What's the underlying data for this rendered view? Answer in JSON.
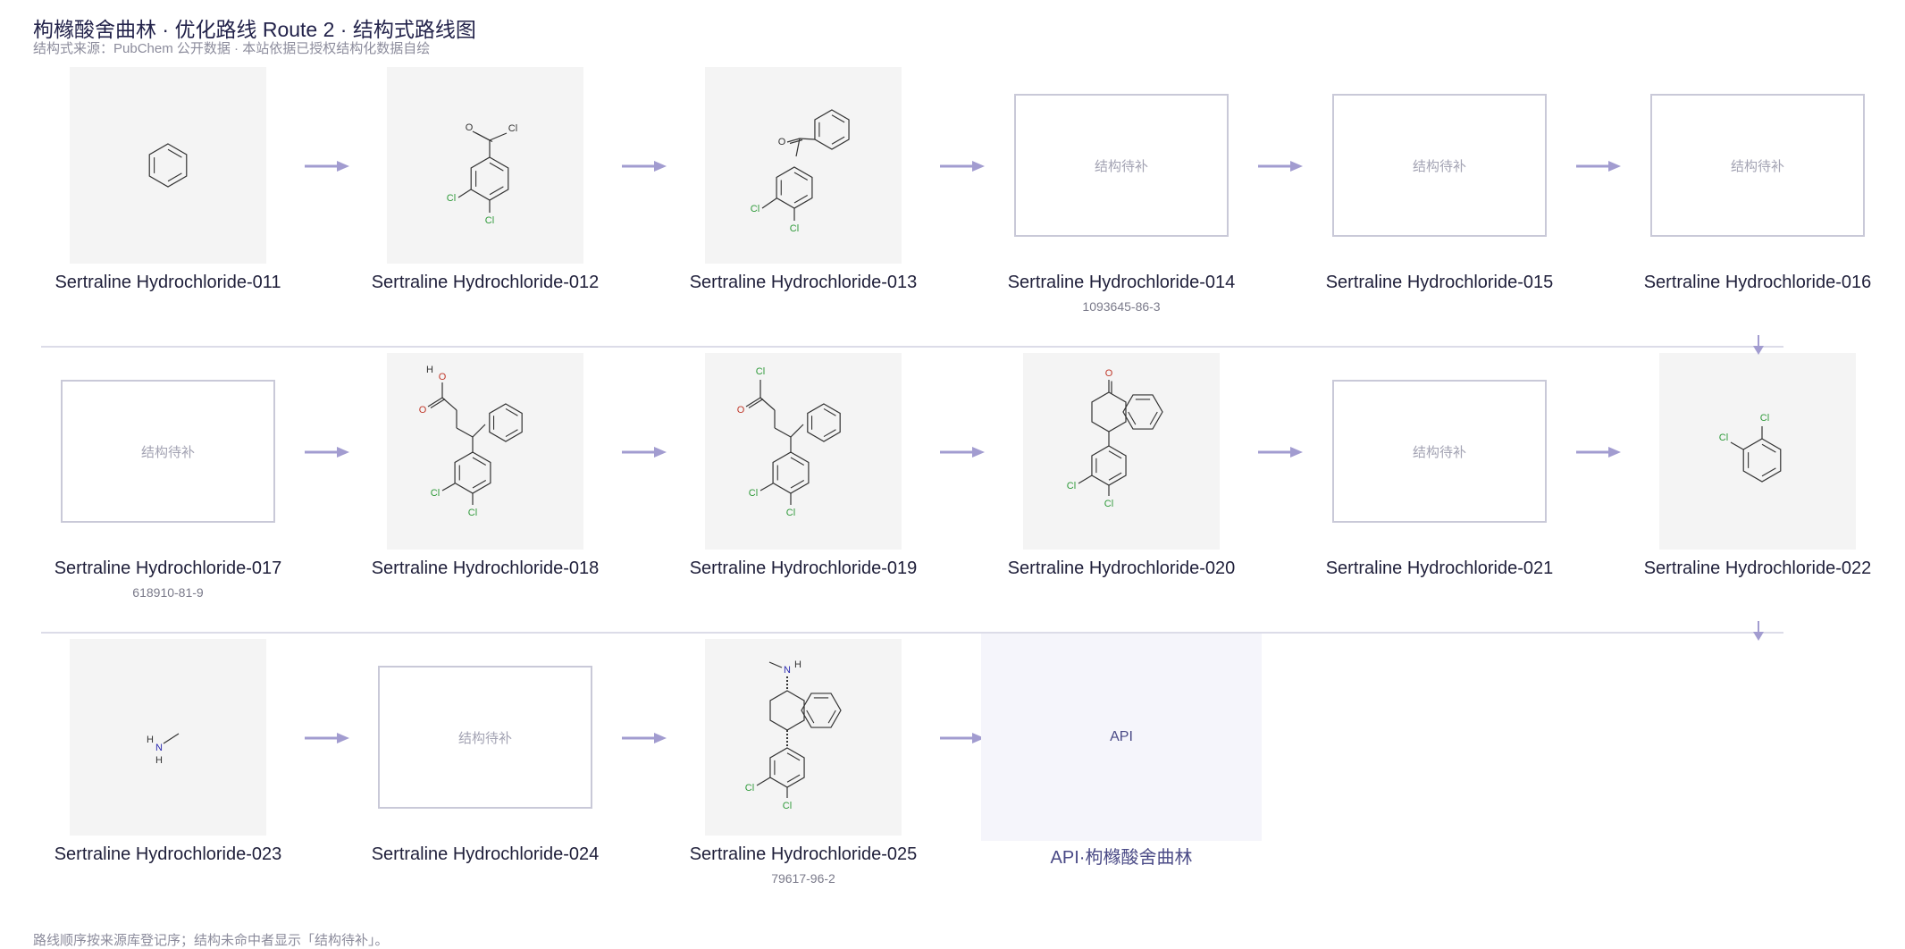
{
  "title": "枸橼酸舍曲林 · 优化路线 Route 2 · 结构式路线图",
  "subtitle": "结构式来源：PubChem 公开数据 · 本站依据已授权结构化数据自绘",
  "footer": "路线顺序按来源库登记序；结构未命中者显示「结构待补」。",
  "pending_text": "结构待补",
  "api_box_text": "API",
  "colors": {
    "arrow": "#a29cd0",
    "divider": "#dcdce8",
    "cl": "#2f9a3a",
    "nitrogen": "#2a2ab0",
    "oxygen": "#c0392b"
  },
  "nodes": [
    {
      "label": "Sertraline Hydrochloride-011",
      "cas": "",
      "structure": "benzene"
    },
    {
      "label": "Sertraline Hydrochloride-012",
      "cas": "",
      "structure": "dichlorobenzoyl-chloride"
    },
    {
      "label": "Sertraline Hydrochloride-013",
      "cas": "",
      "structure": "dichlorobenzophenone"
    },
    {
      "label": "Sertraline Hydrochloride-014",
      "cas": "1093645-86-3",
      "structure": "pending"
    },
    {
      "label": "Sertraline Hydrochloride-015",
      "cas": "",
      "structure": "pending"
    },
    {
      "label": "Sertraline Hydrochloride-016",
      "cas": "",
      "structure": "pending"
    },
    {
      "label": "Sertraline Hydrochloride-017",
      "cas": "618910-81-9",
      "structure": "pending"
    },
    {
      "label": "Sertraline Hydrochloride-018",
      "cas": "",
      "structure": "diaryl-butanoic-acid"
    },
    {
      "label": "Sertraline Hydrochloride-019",
      "cas": "",
      "structure": "diaryl-butanoyl-chloride"
    },
    {
      "label": "Sertraline Hydrochloride-020",
      "cas": "",
      "structure": "tetralone"
    },
    {
      "label": "Sertraline Hydrochloride-021",
      "cas": "",
      "structure": "pending"
    },
    {
      "label": "Sertraline Hydrochloride-022",
      "cas": "",
      "structure": "dichlorobenzene"
    },
    {
      "label": "Sertraline Hydrochloride-023",
      "cas": "",
      "structure": "methylamine"
    },
    {
      "label": "Sertraline Hydrochloride-024",
      "cas": "",
      "structure": "pending"
    },
    {
      "label": "Sertraline Hydrochloride-025",
      "cas": "79617-96-2",
      "structure": "sertraline"
    },
    {
      "label": "API·枸橼酸舍曲林",
      "cas": "",
      "structure": "api"
    }
  ],
  "atom_labels": {
    "cl": "Cl",
    "o": "O",
    "h": "H",
    "n": "N"
  }
}
